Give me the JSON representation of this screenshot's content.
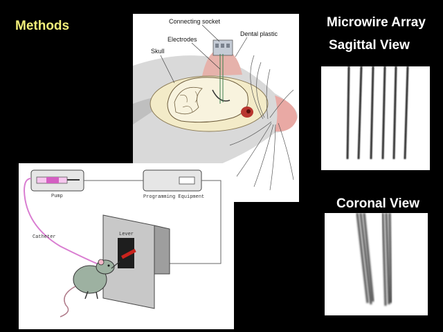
{
  "slide": {
    "title": "Methods",
    "colors": {
      "background": "#000000",
      "title": "#f3f07a",
      "heading": "#ffffff"
    }
  },
  "rat_head_figure": {
    "labels": {
      "connecting_socket": "Connecting socket",
      "electrodes": "Electrodes",
      "dental_plastic": "Dental plastic",
      "skull": "Skull"
    }
  },
  "setup_figure": {
    "labels": {
      "pump": "Pump",
      "programming_equipment": "Programming Equipment",
      "catheter": "Catheter",
      "lever": "Lever"
    }
  },
  "microwire_array": {
    "heading": "Microwire Array",
    "sagittal_heading": "Sagittal View",
    "coronal_heading": "Coronal View"
  }
}
